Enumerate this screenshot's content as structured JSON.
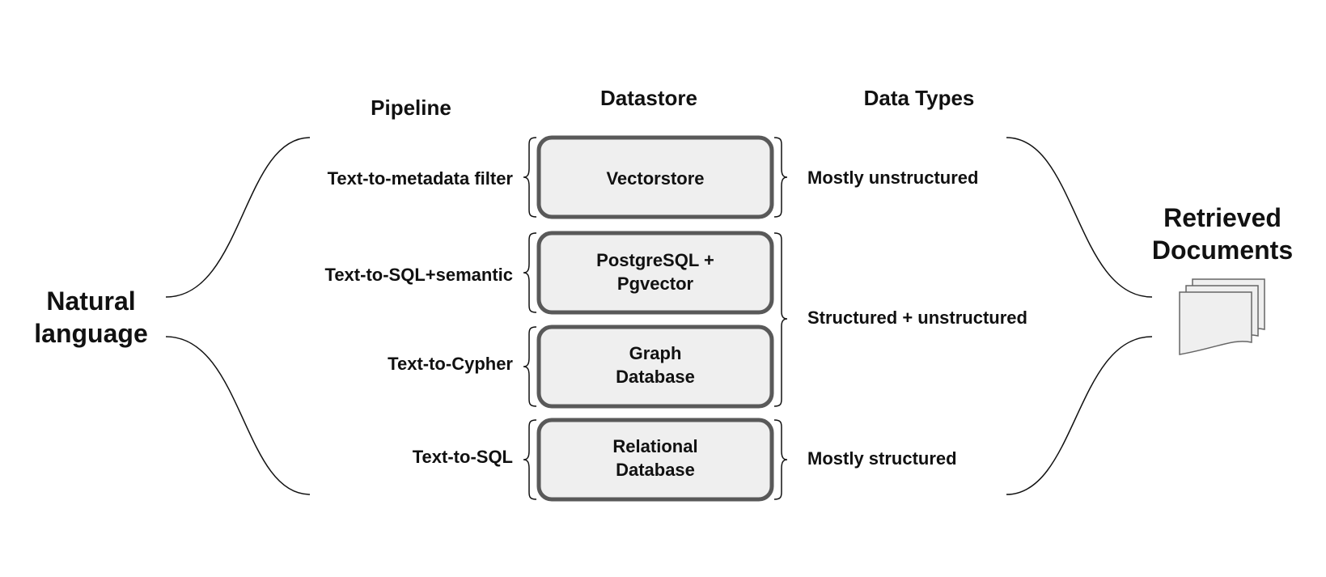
{
  "input": {
    "label": "Natural language"
  },
  "output": {
    "label": "Retrieved Documents",
    "icon": "documents-stack-icon"
  },
  "headers": {
    "pipeline": "Pipeline",
    "datastore": "Datastore",
    "data_types": "Data Types"
  },
  "rows": [
    {
      "pipeline": "Text-to-metadata filter",
      "datastore": [
        "Vectorstore"
      ]
    },
    {
      "pipeline": "Text-to-SQL+semantic",
      "datastore": [
        "PostgreSQL +",
        "Pgvector"
      ]
    },
    {
      "pipeline": "Text-to-Cypher",
      "datastore": [
        "Graph",
        "Database"
      ]
    },
    {
      "pipeline": "Text-to-SQL",
      "datastore": [
        "Relational",
        "Database"
      ]
    }
  ],
  "data_types": [
    {
      "label": "Mostly unstructured"
    },
    {
      "label": "Structured + unstructured"
    },
    {
      "label": "Mostly structured"
    }
  ],
  "colors": {
    "box_fill": "#efefef",
    "box_stroke": "#595959",
    "line": "#111111",
    "doc_fill": "#efefef",
    "doc_stroke": "#666666"
  }
}
